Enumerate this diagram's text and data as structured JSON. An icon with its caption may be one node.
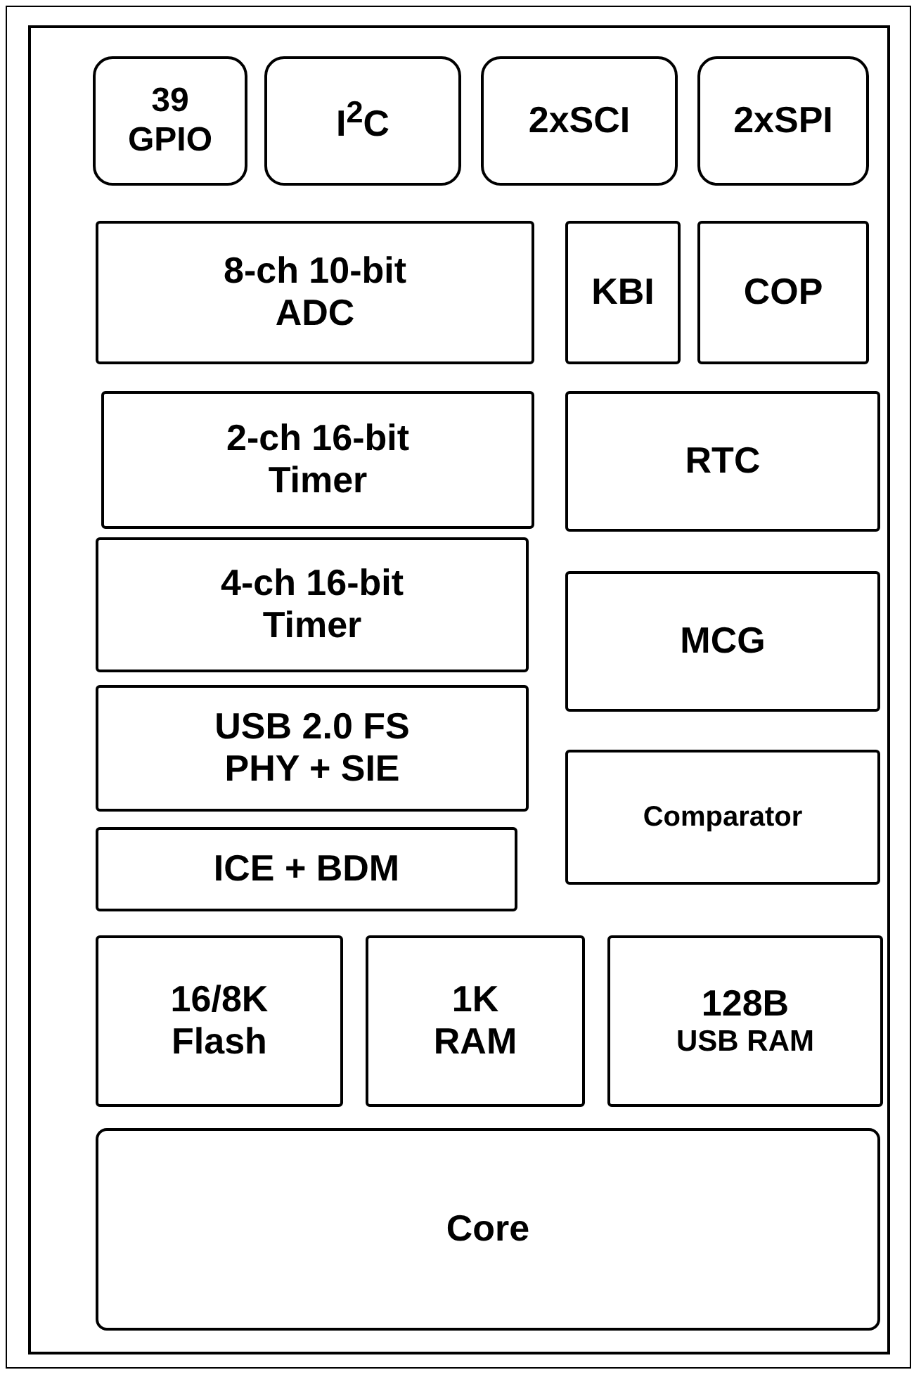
{
  "diagram": {
    "nodes": [
      {
        "text": [],
        "shape": "box"
      },
      {
        "text": [
          "39 GPIO"
        ],
        "in": 0
      },
      {
        "text": [
          "I$^{2}$C"
        ],
        "in": 0
      },
      {
        "text": [
          "2xSCI"
        ],
        "in": 0
      },
      {
        "text": [
          "2xSPI"
        ],
        "in": 0
      },
      {
        "text": [
          "8-ch 10-bit ADC"
        ],
        "in": 0
      },
      {
        "text": [
          "KBI"
        ],
        "in": 0
      },
      {
        "text": [
          "COP"
        ],
        "in": 0
      },
      {
        "text": [
          "2-ch 16-bit Timer"
        ],
        "in": 0
      },
      {
        "text": [
          "RTC"
        ],
        "in": 0
      },
      {
        "text": [
          "4-ch 16-bit Timer"
        ],
        "in": 0
      },
      {
        "text": [
          "MCG"
        ],
        "in": 0
      },
      {
        "text": [
          "USB 2.0 FS PHY + SIE"
        ],
        "in": 0
      },
      {
        "text": [
          "Comparator"
        ],
        "in": 0
      },
      {
        "text": [
          "ICE + BDM"
        ],
        "in": 0
      },
      {
        "text": [
          "16/8K Flash"
        ],
        "in": 0
      },
      {
        "text": [
          "1K RAM"
        ],
        "in": 0
      },
      {
        "text": [
          "128B",
          "USB RAM"
        ],
        "in": 0
      },
      {
        "text": [
          "Core"
        ],
        "in": 0
      }
    ]
  }
}
